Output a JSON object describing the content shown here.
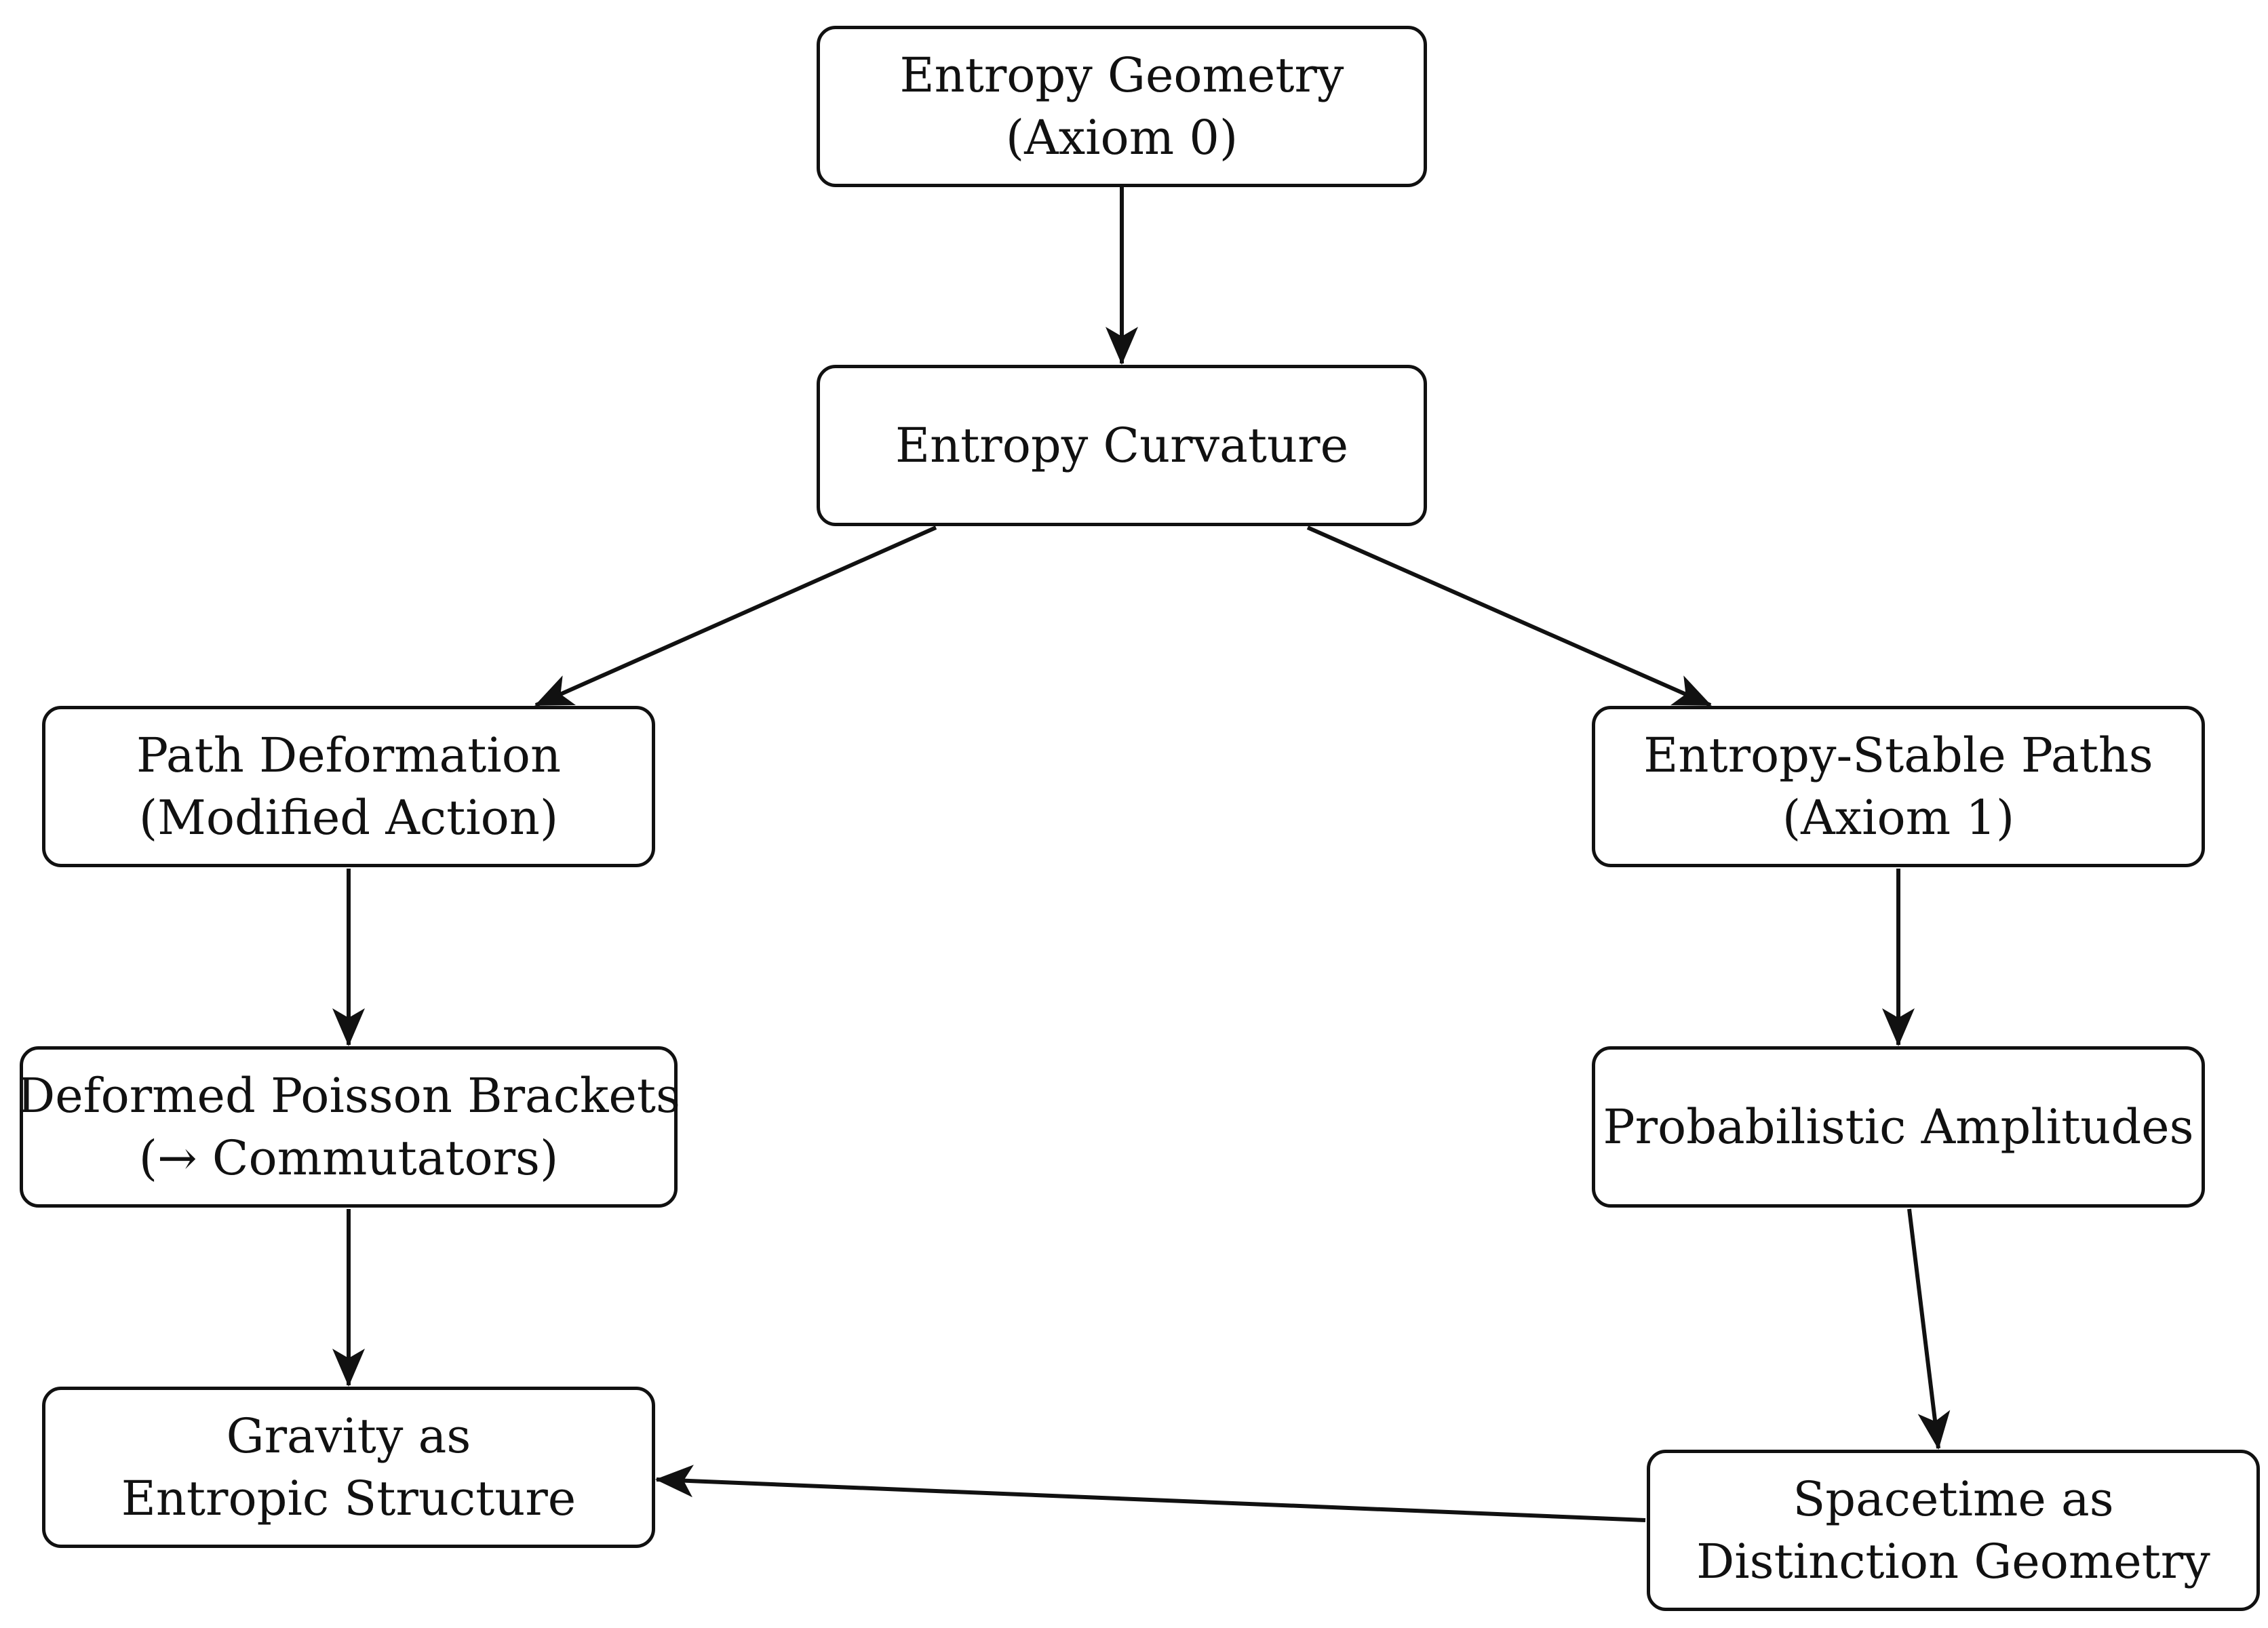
{
  "diagram": {
    "nodes": [
      {
        "id": "entropy-geometry",
        "lines": [
          "Entropy Geometry",
          "(Axiom 0)"
        ]
      },
      {
        "id": "entropy-curvature",
        "lines": [
          "Entropy Curvature"
        ]
      },
      {
        "id": "path-deformation",
        "lines": [
          "Path Deformation",
          "(Modified Action)"
        ]
      },
      {
        "id": "entropy-stable-paths",
        "lines": [
          "Entropy-Stable Paths",
          "(Axiom 1)"
        ]
      },
      {
        "id": "deformed-poisson-brackets",
        "lines": [
          "Deformed Poisson Brackets",
          "(→ Commutators)"
        ]
      },
      {
        "id": "probabilistic-amplitudes",
        "lines": [
          "Probabilistic Amplitudes"
        ]
      },
      {
        "id": "gravity-entropic-structure",
        "lines": [
          "Gravity as",
          "Entropic Structure"
        ]
      },
      {
        "id": "spacetime-distinction-geometry",
        "lines": [
          "Spacetime as",
          "Distinction Geometry"
        ]
      }
    ],
    "edges": [
      {
        "from": "entropy-geometry",
        "to": "entropy-curvature"
      },
      {
        "from": "entropy-curvature",
        "to": "path-deformation"
      },
      {
        "from": "entropy-curvature",
        "to": "entropy-stable-paths"
      },
      {
        "from": "path-deformation",
        "to": "deformed-poisson-brackets"
      },
      {
        "from": "deformed-poisson-brackets",
        "to": "gravity-entropic-structure"
      },
      {
        "from": "entropy-stable-paths",
        "to": "probabilistic-amplitudes"
      },
      {
        "from": "probabilistic-amplitudes",
        "to": "spacetime-distinction-geometry"
      },
      {
        "from": "spacetime-distinction-geometry",
        "to": "gravity-entropic-structure"
      }
    ]
  }
}
